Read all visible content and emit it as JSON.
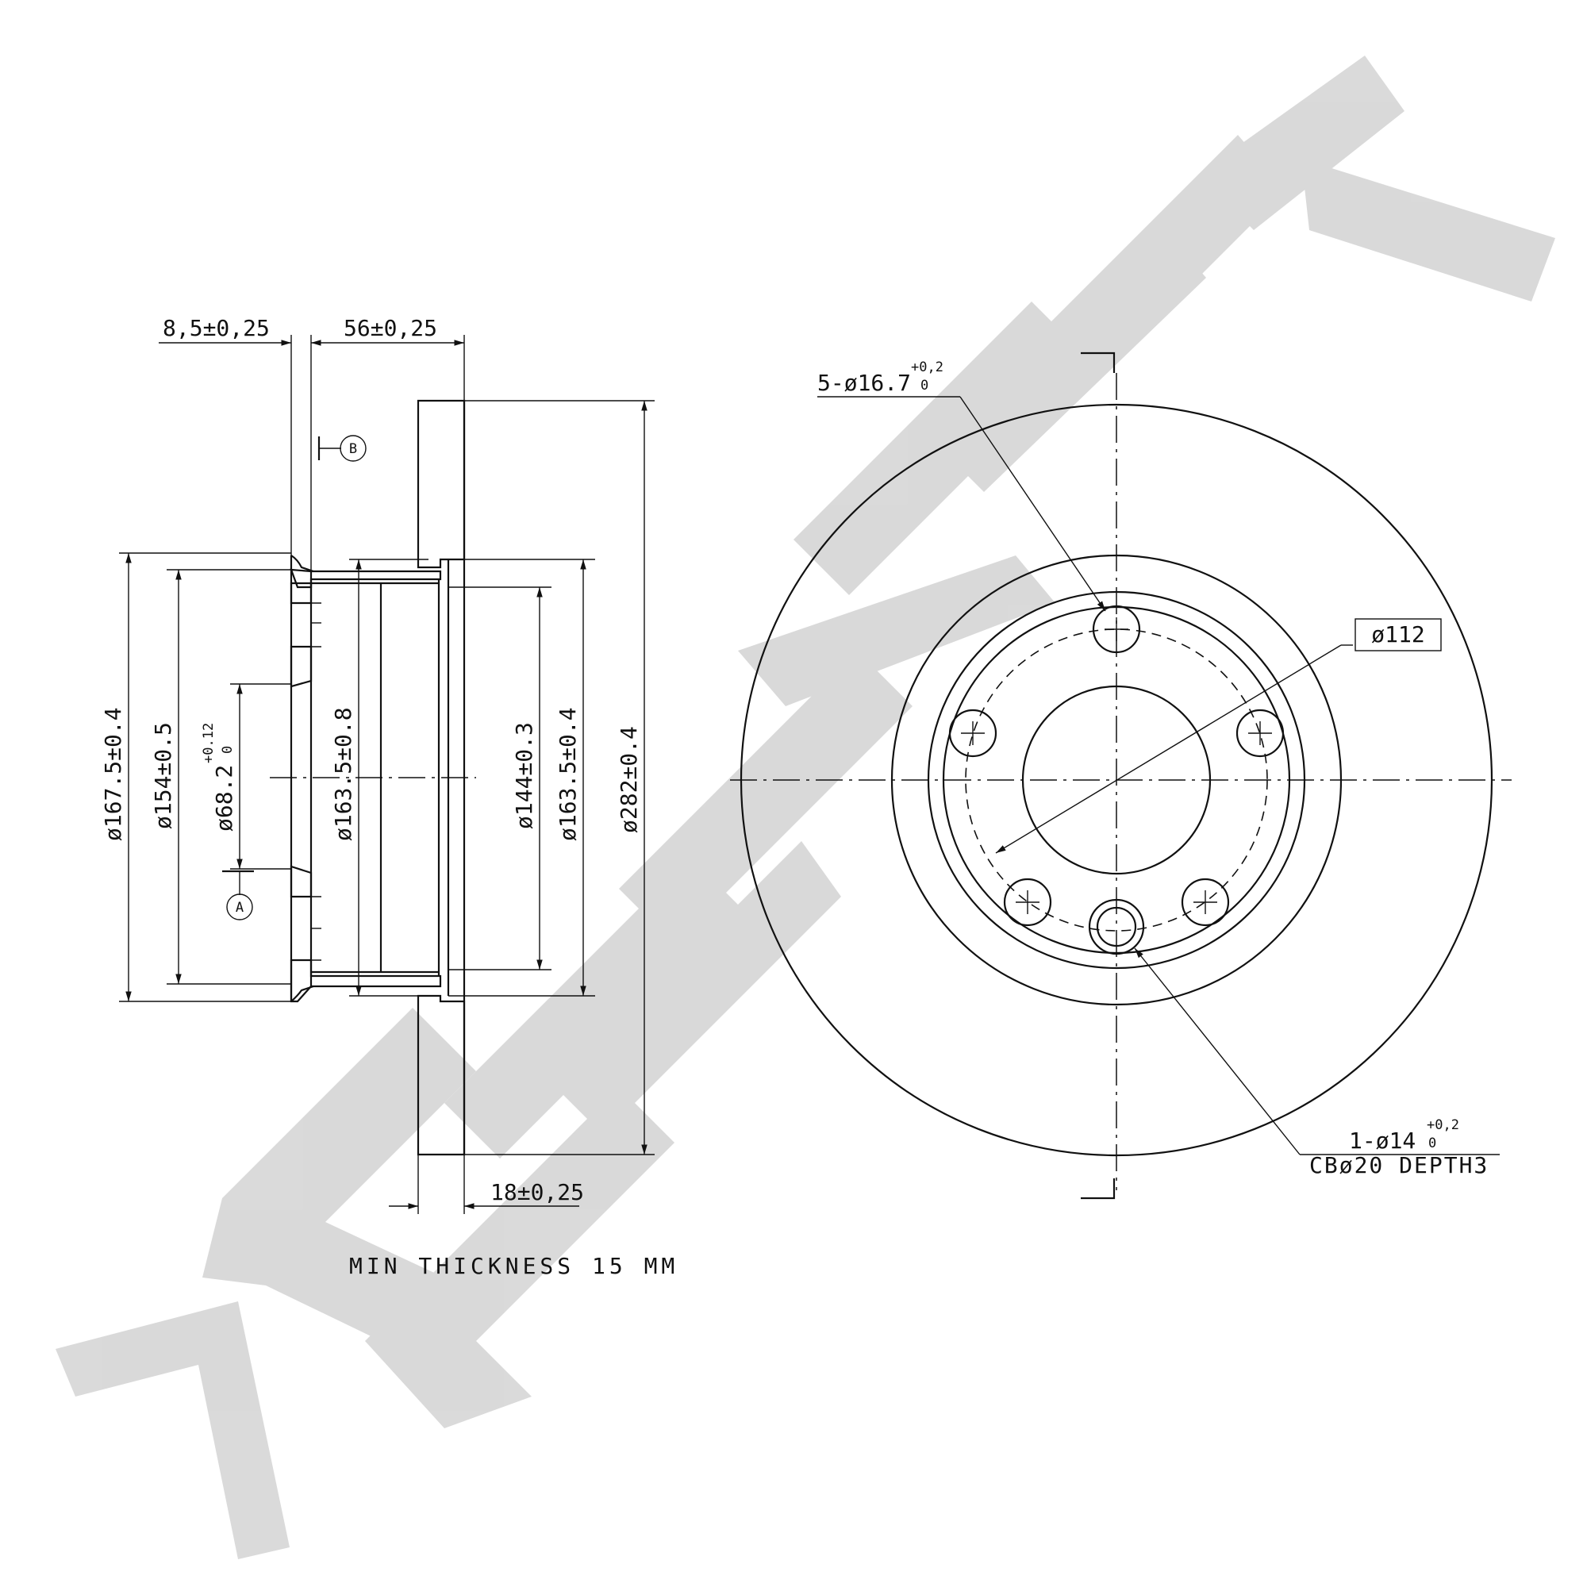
{
  "watermark": {
    "text": "ZENNEK",
    "color": "#d8d8d8"
  },
  "side_view": {
    "dims": {
      "flange_thickness": "8,5±0,25",
      "hat_depth": "56±0,25",
      "disc_thickness": "18±0,25",
      "hat_outer_dia": "ø167.5±0.4",
      "flange_dia": "ø154±0.5",
      "center_bore_dia": "ø68.2",
      "center_bore_tol_upper": "+0.12",
      "center_bore_tol_lower": "0",
      "hat_inner_dia": "ø163.5±0.8",
      "friction_inner_dia": "ø144±0.3",
      "hat_dia_right": "ø163.5±0.4",
      "outer_dia": "ø282±0.4"
    },
    "datums": {
      "a": "A",
      "b": "B"
    },
    "min_thickness_note": "MIN THICKNESS 15 MM"
  },
  "front_view": {
    "bolt_holes_label": "5-ø16.7",
    "bolt_holes_tol_upper": "+0,2",
    "bolt_holes_tol_lower": "0",
    "pcd_label": "ø112",
    "locator_label": "1-ø14",
    "locator_tol_upper": "+0,2",
    "locator_tol_lower": "0",
    "counterbore_label": "CBø20 DEPTH3"
  }
}
